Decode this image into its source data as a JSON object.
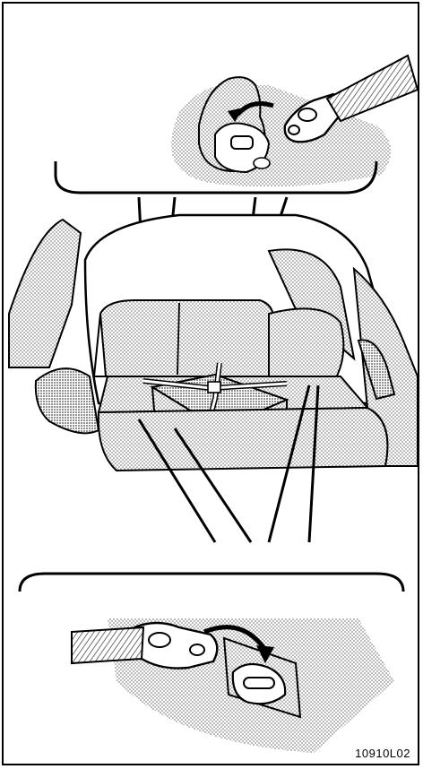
{
  "figure": {
    "code": "10910L02",
    "panels": [
      "top-inset",
      "cargo-area",
      "bottom-inset"
    ]
  },
  "colors": {
    "line": "#000000",
    "stipple": "#7a7a7a",
    "background": "#ffffff"
  }
}
